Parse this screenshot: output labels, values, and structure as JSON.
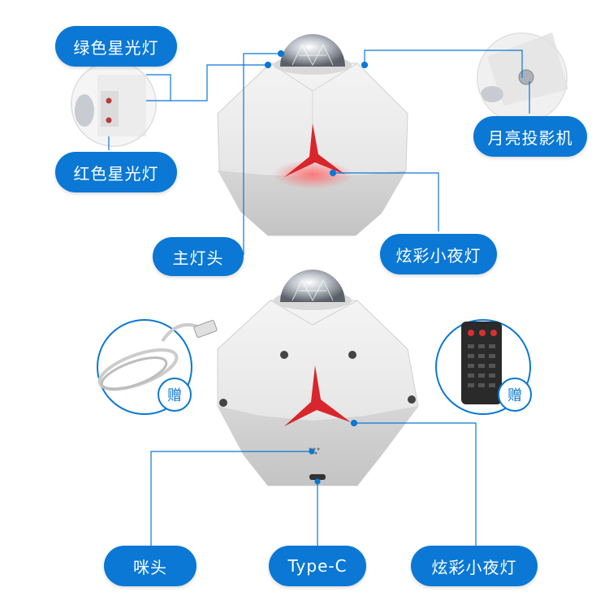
{
  "labels": {
    "green_star": "绿色星光灯",
    "red_star": "红色星光灯",
    "moon": "月亮投影机",
    "main_head": "主灯头",
    "night_light_top": "炫彩小夜灯",
    "mic": "咪头",
    "typec": "Type-C",
    "night_light_bottom": "炫彩小夜灯"
  },
  "gift_badges": {
    "cable": "赠",
    "remote": "赠"
  },
  "colors": {
    "accent": "#0a78d4",
    "body": "#e9e9e9",
    "logo": "#d8262c",
    "glow": "#e85050"
  }
}
